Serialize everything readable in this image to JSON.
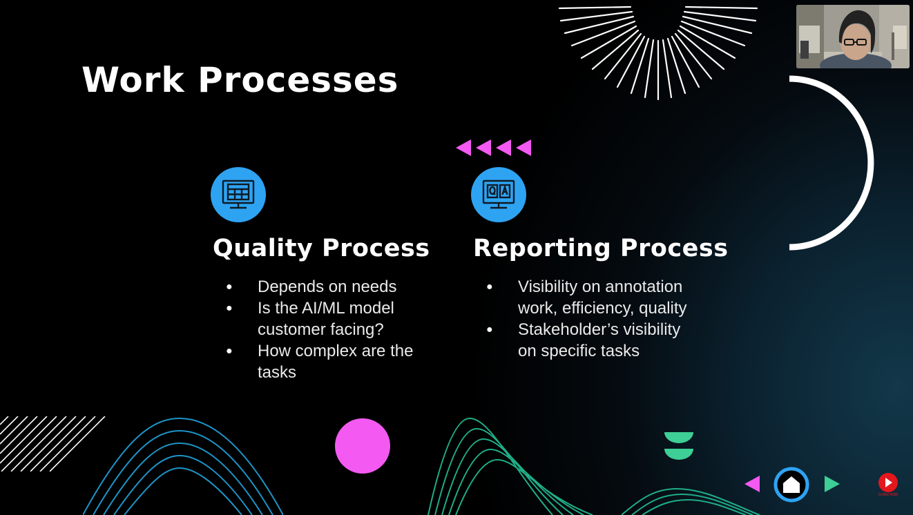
{
  "slide": {
    "title": "Work Processes",
    "columns": [
      {
        "heading": "Quality Process",
        "icon": "calculator-monitor-icon",
        "bullets": [
          "Depends on needs",
          "Is the AI/ML model customer facing?",
          "How complex are the tasks"
        ]
      },
      {
        "heading": "Reporting Process",
        "icon": "qa-monitor-icon",
        "bullets": [
          "Visibility on annotation work, efficiency, quality",
          "Stakeholder’s visibility on specific tasks"
        ]
      }
    ]
  },
  "nav": {
    "prev": "triangle-left-icon",
    "home": "home-icon",
    "next": "triangle-right-icon"
  },
  "subscribe": {
    "label": "SUBSCRIBE",
    "icon": "youtube-play-icon"
  },
  "colors": {
    "accent_blue": "#2ea3f2",
    "accent_pink": "#f45af2",
    "accent_green": "#3ecf96",
    "wave_cyan": "#1d95c9",
    "wave_teal": "#1fae88"
  }
}
